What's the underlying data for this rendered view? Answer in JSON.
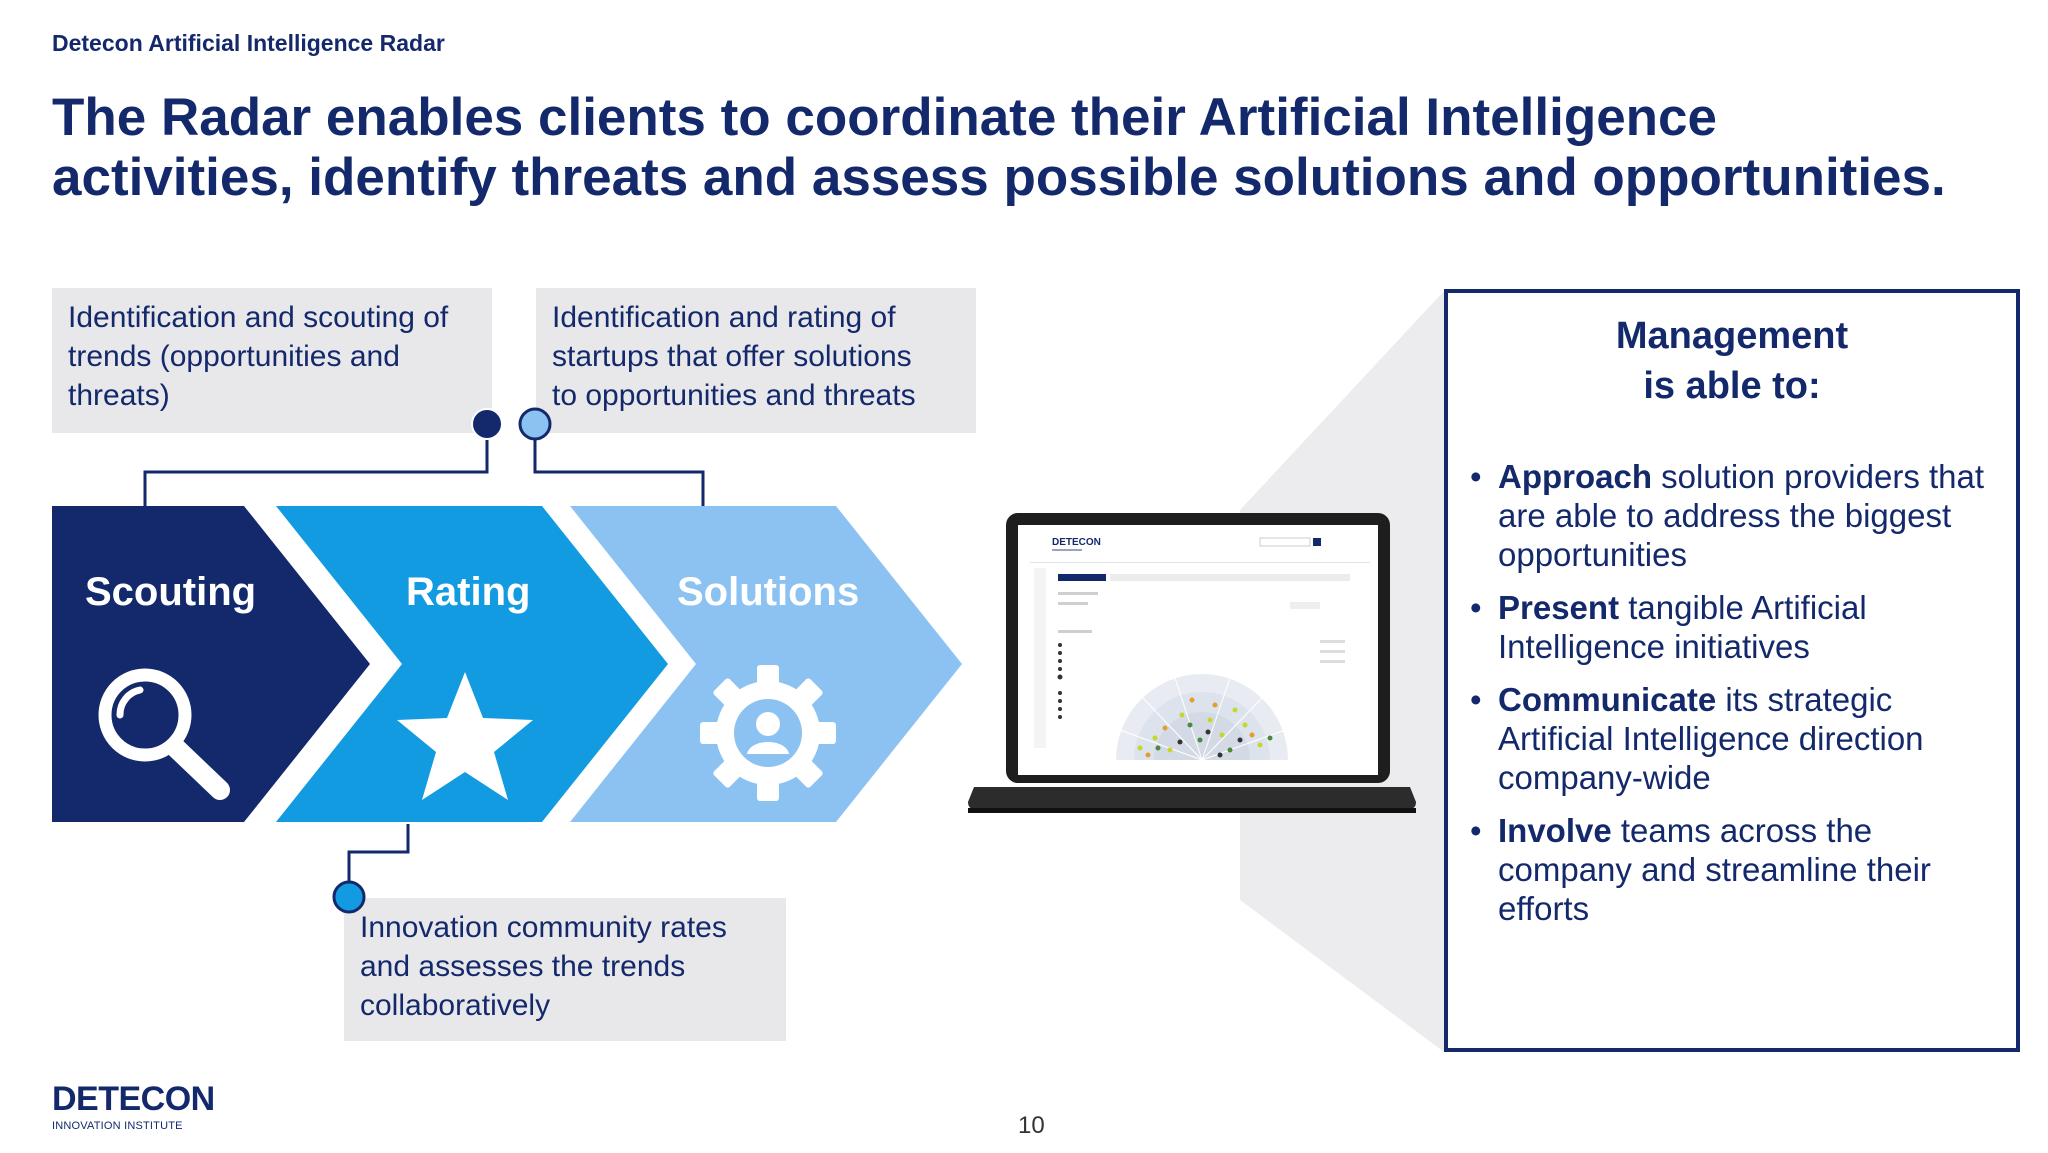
{
  "header": {
    "kicker": "Detecon Artificial Intelligence Radar",
    "headline_line1": "The Radar enables clients to coordinate their Artificial Intelligence",
    "headline_line2": "activities, identify threats and assess possible solutions and opportunities."
  },
  "callouts": {
    "scouting_note": {
      "line1": "Identification and scouting of",
      "line2": "trends (opportunities and",
      "line3": "threats)"
    },
    "solutions_note": {
      "line1": "Identification and rating of",
      "line2": "startups that offer solutions",
      "line3": "to opportunities and threats"
    },
    "rating_note": {
      "line1": "Innovation community rates",
      "line2": "and assesses the trends",
      "line3": "collaboratively"
    }
  },
  "process": [
    {
      "label": "Scouting",
      "icon": "magnifier-icon",
      "color": "#13296b"
    },
    {
      "label": "Rating",
      "icon": "star-icon",
      "color": "#129be0"
    },
    {
      "label": "Solutions",
      "icon": "gear-person-icon",
      "color": "#8cc2f2"
    }
  ],
  "dot_colors": {
    "dark": "#13296b",
    "light": "#8cc2f2"
  },
  "laptop": {
    "screen_brand": "DETECON"
  },
  "management": {
    "title_line1": "Management",
    "title_line2": "is able to:",
    "items": [
      {
        "bold": "Approach",
        "text": " solution providers that are able to address the biggest opportunities"
      },
      {
        "bold": "Present",
        "text": " tangible Artificial Intelligence initiatives"
      },
      {
        "bold": "Communicate",
        "text": " its strategic Artificial Intelligence direction company-wide"
      },
      {
        "bold": "Involve",
        "text": " teams across the company and streamline their efforts"
      }
    ]
  },
  "footer": {
    "logo": "DETECON",
    "logo_sub": "INNOVATION INSTITUTE",
    "page_number": "10"
  }
}
